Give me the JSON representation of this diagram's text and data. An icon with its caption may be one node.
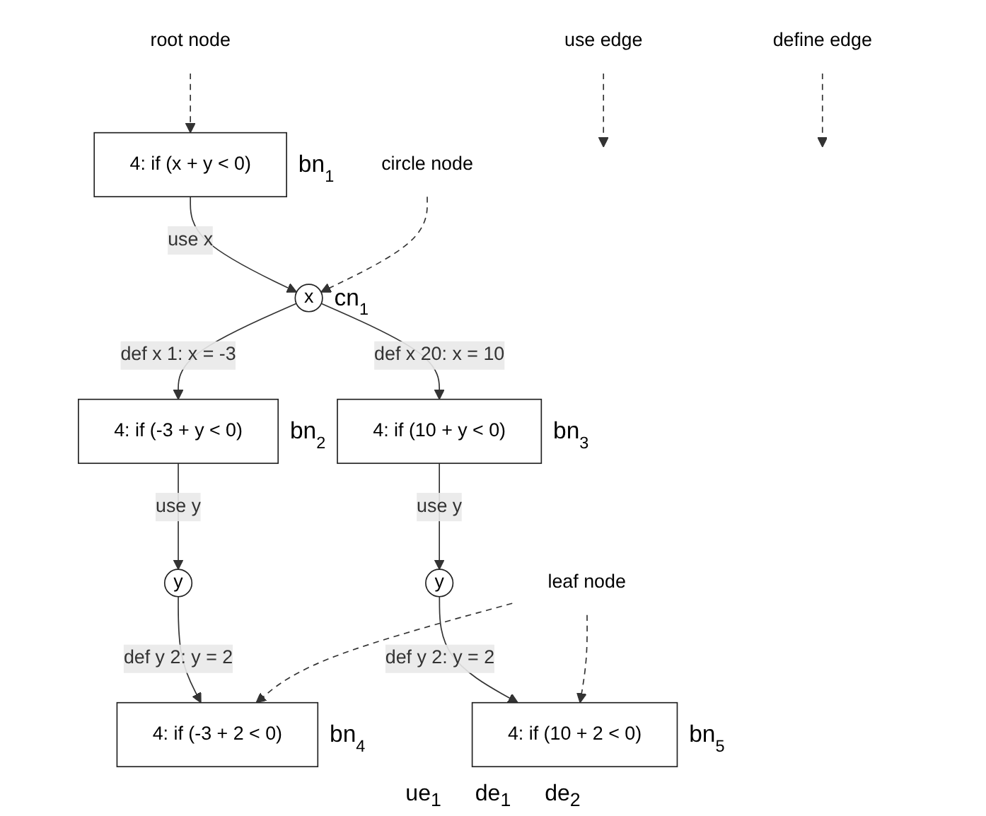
{
  "diagram": {
    "nodes": [
      {
        "text": [
          "4: if (x + y < 0)"
        ],
        "beside": [
          "bn$_{1}$"
        ]
      },
      {
        "text": [
          "x"
        ],
        "beside": [
          "cn$_{1}$"
        ]
      },
      {
        "text": [
          "4: if (-3 + y < 0)"
        ],
        "beside": [
          "bn$_{2}$"
        ]
      },
      {
        "text": [
          "4: if (10 + y < 0)"
        ],
        "beside": [
          "bn$_{3}$"
        ]
      },
      {
        "text": [
          "y"
        ]
      },
      {
        "text": [
          "y"
        ]
      },
      {
        "text": [
          "4: if (-3 + 2 < 0)"
        ],
        "beside": [
          "bn$_{4}$"
        ]
      },
      {
        "text": [
          "4: if (10 + 2 < 0)"
        ],
        "beside": [
          "bn$_{5}$"
        ]
      },
      {
        "text": [
          "root node"
        ]
      },
      {
        "text": [
          "use edge"
        ]
      },
      {
        "text": [
          "circle node"
        ]
      },
      {
        "text": [
          "define edge"
        ]
      },
      {
        "text": [
          "leaf node"
        ]
      }
    ],
    "edges": [
      {
        "from": 0,
        "to": 1,
        "arrow": "to",
        "label": "use x"
      },
      {
        "from": 1,
        "to": 2,
        "arrow": "to",
        "label": "def x 1: x = -3"
      },
      {
        "from": 1,
        "to": 3,
        "arrow": "to",
        "label": "def x 20: x = 10"
      },
      {
        "from": 2,
        "to": 4,
        "arrow": "to",
        "label": "use y"
      },
      {
        "from": 3,
        "to": 5,
        "arrow": "to",
        "label": "use y"
      },
      {
        "from": 4,
        "to": 6,
        "arrow": "to",
        "label": "def y 2: y = 2"
      },
      {
        "from": 5,
        "to": 7,
        "arrow": "to",
        "label": "def y 2: y = 2"
      },
      {
        "from": 8,
        "to": 0,
        "arrow": "to",
        "style": "dashed"
      },
      {
        "from": 9,
        "to": null,
        "arrow": "to",
        "style": "dashed"
      },
      {
        "from": 10,
        "to": 1,
        "arrow": "to",
        "style": "dashed"
      },
      {
        "from": 11,
        "to": null,
        "arrow": "to",
        "style": "dashed"
      },
      {
        "from": 12,
        "to": 6,
        "arrow": "to",
        "style": "dashed"
      },
      {
        "from": 12,
        "to": 7,
        "arrow": "to",
        "style": "dashed"
      }
    ],
    "labels": [
      "ue$_{1}$",
      "de$_{1}$",
      "de$_{2}$"
    ]
  }
}
